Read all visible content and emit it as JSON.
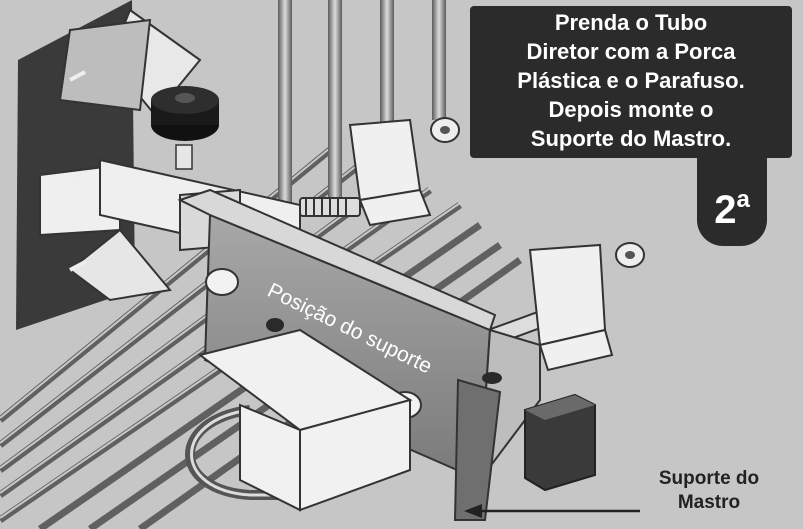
{
  "callout": {
    "lines": [
      "Prenda o Tubo",
      "Diretor com a Porca",
      "Plástica e o Parafuso.",
      "Depois monte o",
      "Suporte do Mastro."
    ]
  },
  "step": {
    "number": "2",
    "suffix": "a"
  },
  "bracket_label": "Posição do suporte",
  "mast_label": {
    "line1": "Suporte do",
    "line2": "Mastro"
  },
  "colors": {
    "callout_bg": "#2b2b2b",
    "callout_text": "#ffffff",
    "background": "#c9c9c9"
  }
}
